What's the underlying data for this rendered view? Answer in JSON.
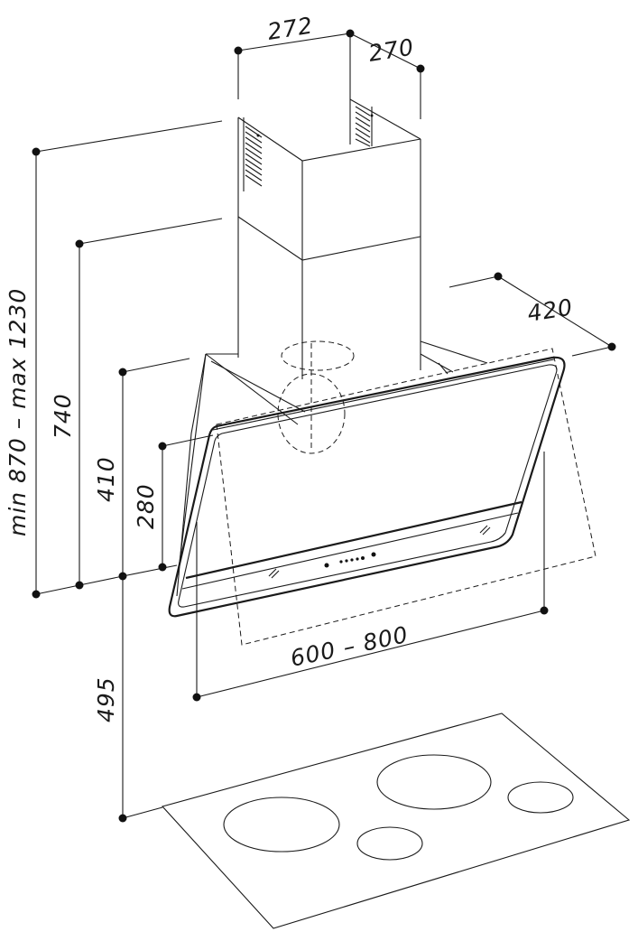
{
  "dimensions": {
    "duct_width": "272",
    "duct_depth": "270",
    "hood_depth": "420",
    "total_height": "min 870 – max 1230",
    "height_740": "740",
    "height_410": "410",
    "height_280": "280",
    "hob_clearance": "495",
    "hood_width": "600 – 800"
  },
  "colors": {
    "line": "#1a1a1a",
    "background": "#ffffff"
  },
  "icons": {
    "vent_grille": "vent-grille-icon",
    "control_panel": "control-panel-icon"
  }
}
